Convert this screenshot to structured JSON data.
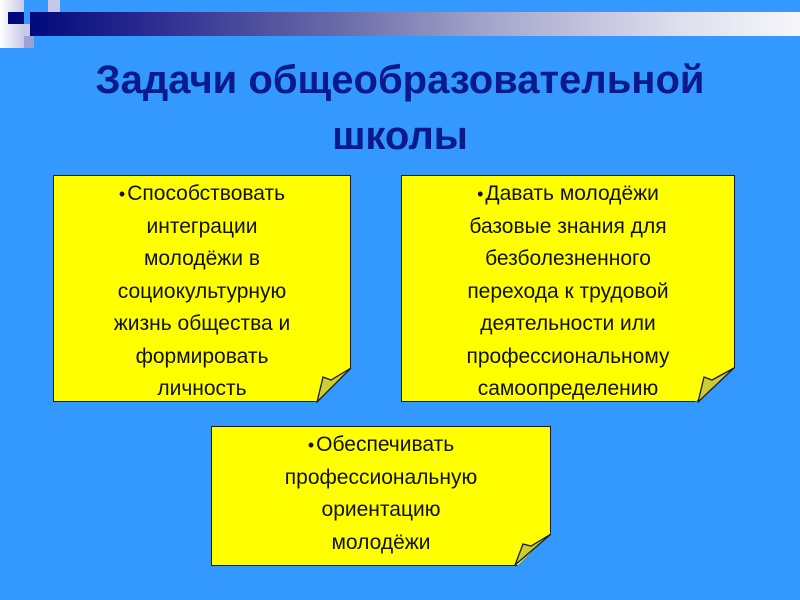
{
  "slide": {
    "title_line1": "Задачи общеобразовательной",
    "title_line2": "школы",
    "colors": {
      "background": "#3399ff",
      "title": "#0a1a8a",
      "note_fill": "#ffff00",
      "note_fold": "#cccc33",
      "note_border": "#1a1a1a"
    },
    "notes": [
      {
        "bullet": "•",
        "lines": [
          "Способствовать",
          "интеграции",
          "молодёжи в",
          "социокультурную",
          "жизнь общества и",
          "формировать",
          "личность"
        ]
      },
      {
        "bullet": "•",
        "lines": [
          "Давать молодёжи",
          "базовые знания для",
          "безболезненного",
          "перехода к трудовой",
          "деятельности или",
          "профессиональному",
          "самоопределению"
        ]
      },
      {
        "bullet": "•",
        "lines": [
          "Обеспечивать",
          "профессиональную",
          "ориентацию",
          "молодёжи"
        ]
      }
    ]
  }
}
